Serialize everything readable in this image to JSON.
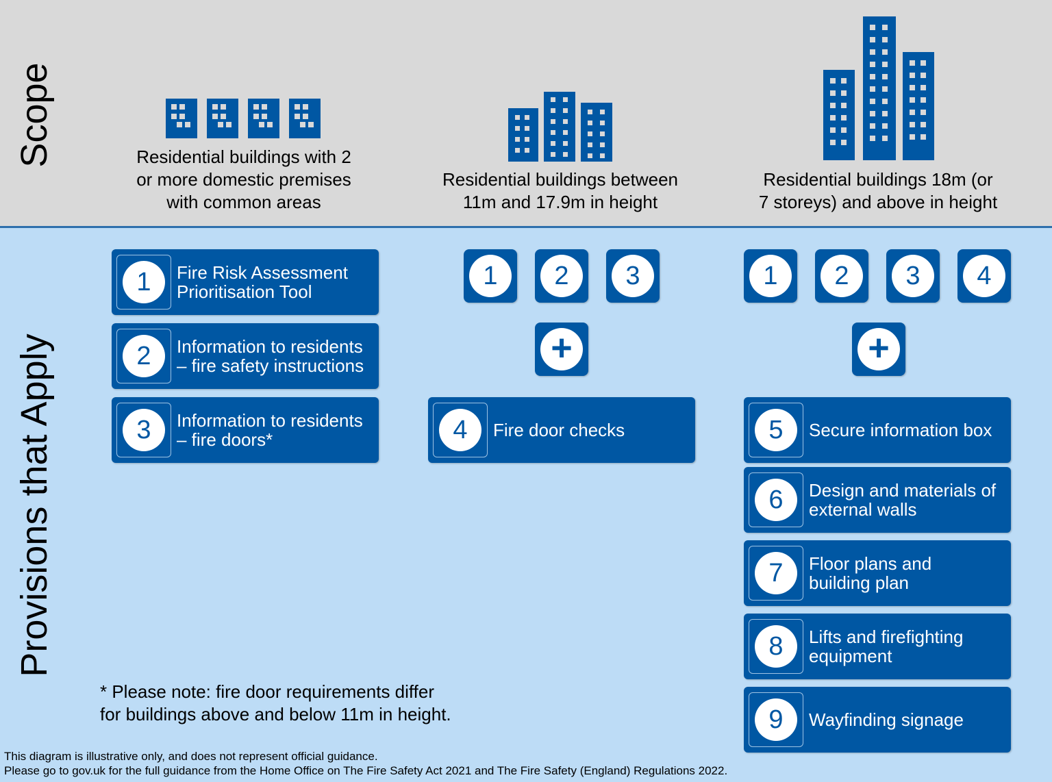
{
  "scope_label": "Scope",
  "provisions_label": "Provisions that Apply",
  "colors": {
    "primary": "#0057a3",
    "scope_bg": "#d9d9d9",
    "provisions_bg": "#bddcf6"
  },
  "columns": [
    {
      "caption": [
        "Residential buildings with 2",
        "or more domestic premises",
        "with common areas"
      ],
      "icon": "four-low-rise-buildings-icon"
    },
    {
      "caption": [
        "Residential buildings between",
        "11m and 17.9m in height"
      ],
      "icon": "three-mid-rise-buildings-icon"
    },
    {
      "caption": [
        "Residential buildings 18m (or",
        "7 storeys) and above in height"
      ],
      "icon": "three-high-rise-buildings-icon"
    }
  ],
  "provisions": [
    {
      "num": "1",
      "lines": [
        "Fire Risk Assessment",
        "Prioritisation Tool"
      ]
    },
    {
      "num": "2",
      "lines": [
        "Information to residents",
        "– fire safety instructions"
      ]
    },
    {
      "num": "3",
      "lines": [
        "Information to residents",
        "– fire doors*"
      ]
    },
    {
      "num": "4",
      "lines": [
        "Fire door checks"
      ]
    },
    {
      "num": "5",
      "lines": [
        "Secure information box"
      ]
    },
    {
      "num": "6",
      "lines": [
        "Design and materials of",
        "external walls"
      ]
    },
    {
      "num": "7",
      "lines": [
        "Floor plans and",
        "building plan"
      ]
    },
    {
      "num": "8",
      "lines": [
        "Lifts and firefighting",
        "equipment"
      ]
    },
    {
      "num": "9",
      "lines": [
        "Wayfinding signage"
      ]
    }
  ],
  "mid_tiles": [
    "1",
    "2",
    "3"
  ],
  "high_tiles": [
    "1",
    "2",
    "3",
    "4"
  ],
  "plus": "+",
  "note": [
    "* Please note: fire door requirements differ",
    "for buildings above and below 11m in height."
  ],
  "footer": [
    "This diagram is illustrative only, and does not represent official guidance.",
    "Please go to gov.uk for the full guidance from the Home Office on The Fire Safety Act 2021 and The Fire Safety (England) Regulations 2022."
  ]
}
